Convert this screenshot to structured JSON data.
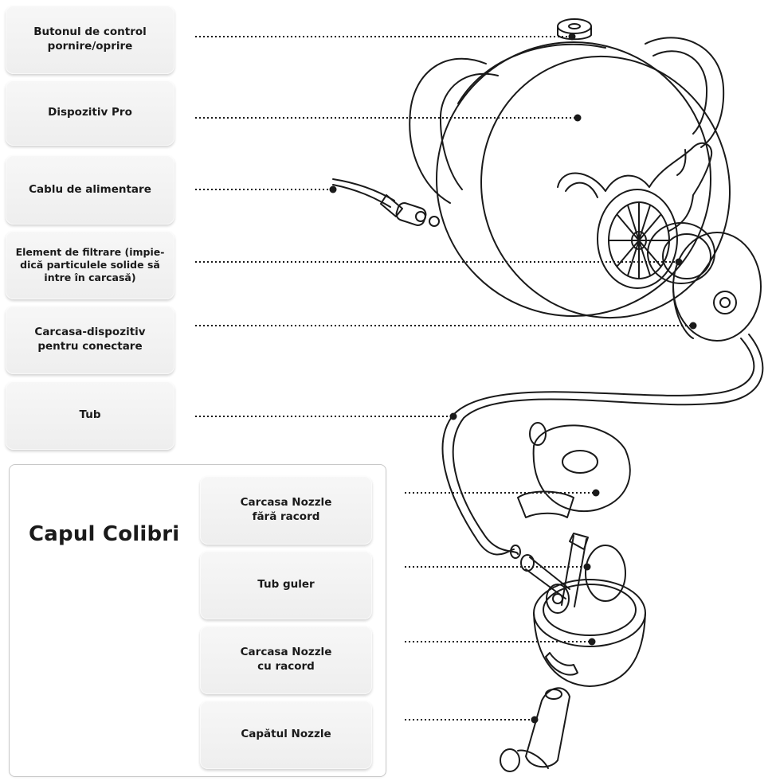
{
  "labels": {
    "power_button": "Butonul de control\npornire/oprire",
    "device_pro": "Dispozitiv Pro",
    "power_cable": "Cablu de alimentare",
    "filter_element": "Element de filtrare (impie-\ndică particulele solide să\nintre în carcasă)",
    "connector_housing": "Carcasa-dispozitiv\npentru conectare",
    "tube": "Tub"
  },
  "head_group": {
    "title": "Capul Colibri",
    "labels": {
      "nozzle_housing_no_connector": "Carcasa Nozzle\nfără racord",
      "collar_tube": "Tub guler",
      "nozzle_housing_with_connector": "Carcasa Nozzle\ncu racord",
      "nozzle_tip": "Capătul Nozzle"
    }
  }
}
